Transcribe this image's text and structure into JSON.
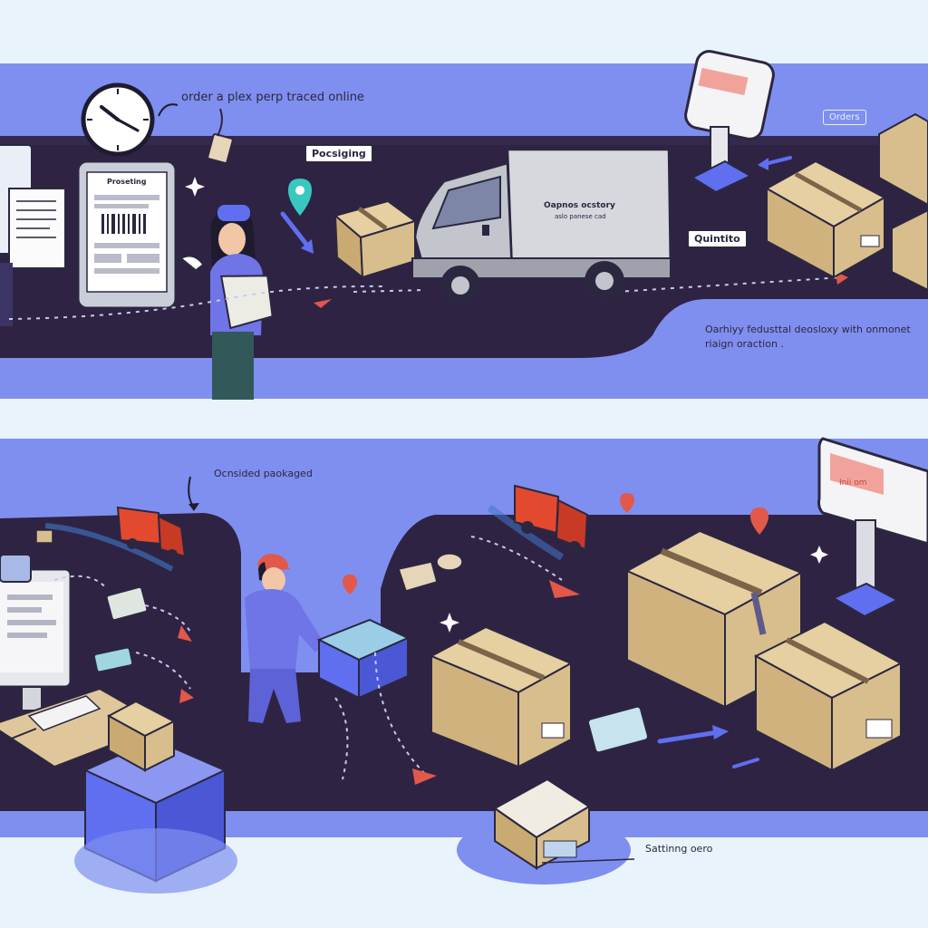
{
  "top_panel": {
    "caption_order": "order a plex perp traced online",
    "tag_processing": "Pocsiging",
    "tag_quantity": "Quintito",
    "tag_orders": "Orders",
    "van_text_line1": "Oapnos ocstory",
    "van_text_line2": "aslo panese cad",
    "tablet_title": "Proseting",
    "note_line1": "Oarhiyy fedusttal deosloxy with onmonet",
    "note_line2": "riaign oraction ."
  },
  "bottom_panel": {
    "caption_packaged": "Ocnsided paokaged",
    "caption_sorting": "Sattinng oero",
    "sign_text": "Inii om"
  },
  "colors": {
    "background": "#e9f3fb",
    "band": "#7f8fef",
    "road": "#2f2344",
    "cardboard": "#d8be8c",
    "accent_red": "#e2584a",
    "accent_blue": "#5f6ff0"
  }
}
